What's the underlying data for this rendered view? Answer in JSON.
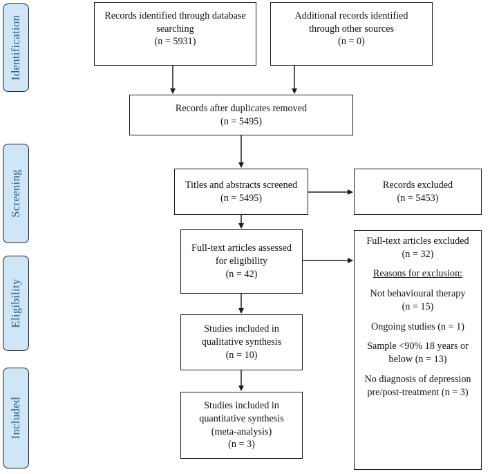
{
  "phases": {
    "identification": "Identification",
    "screening": "Screening",
    "eligibility": "Eligibility",
    "included": "Included"
  },
  "boxes": {
    "database": {
      "line1": "Records identified through database",
      "line2": "searching",
      "line3": "(n = 5931)"
    },
    "other": {
      "line1": "Additional records identified",
      "line2": "through other sources",
      "line3": "(n = 0)"
    },
    "duplicates": {
      "line1": "Records after duplicates removed",
      "line2": "(n = 5495)"
    },
    "screened": {
      "line1": "Titles and abstracts screened",
      "line2": "(n = 5495)"
    },
    "records_excluded": {
      "line1": "Records excluded",
      "line2": "(n = 5453)"
    },
    "fulltext": {
      "line1": "Full-text articles assessed",
      "line2": "for eligibility",
      "line3": "(n = 42)"
    },
    "qualitative": {
      "line1": "Studies included in",
      "line2": "qualitative synthesis",
      "line3": "(n = 10)"
    },
    "quantitative": {
      "line1": "Studies included in",
      "line2": "quantitative synthesis",
      "line3": "(meta-analysis)",
      "line4": "(n = 3)"
    }
  },
  "fulltext_excluded": {
    "title": "Full-text articles excluded",
    "count": "(n = 32)",
    "reasons_heading": "Reasons for exclusion:",
    "reasons": [
      {
        "line1": "Not behavioural therapy",
        "line2": "(n = 15)"
      },
      {
        "line1": "Ongoing studies (n = 1)"
      },
      {
        "line1": "Sample <90% 18 years or",
        "line2": "below (n = 13)"
      },
      {
        "line1": "No diagnosis of depression",
        "line2": "pre/post-treatment (n = 3)"
      }
    ]
  }
}
